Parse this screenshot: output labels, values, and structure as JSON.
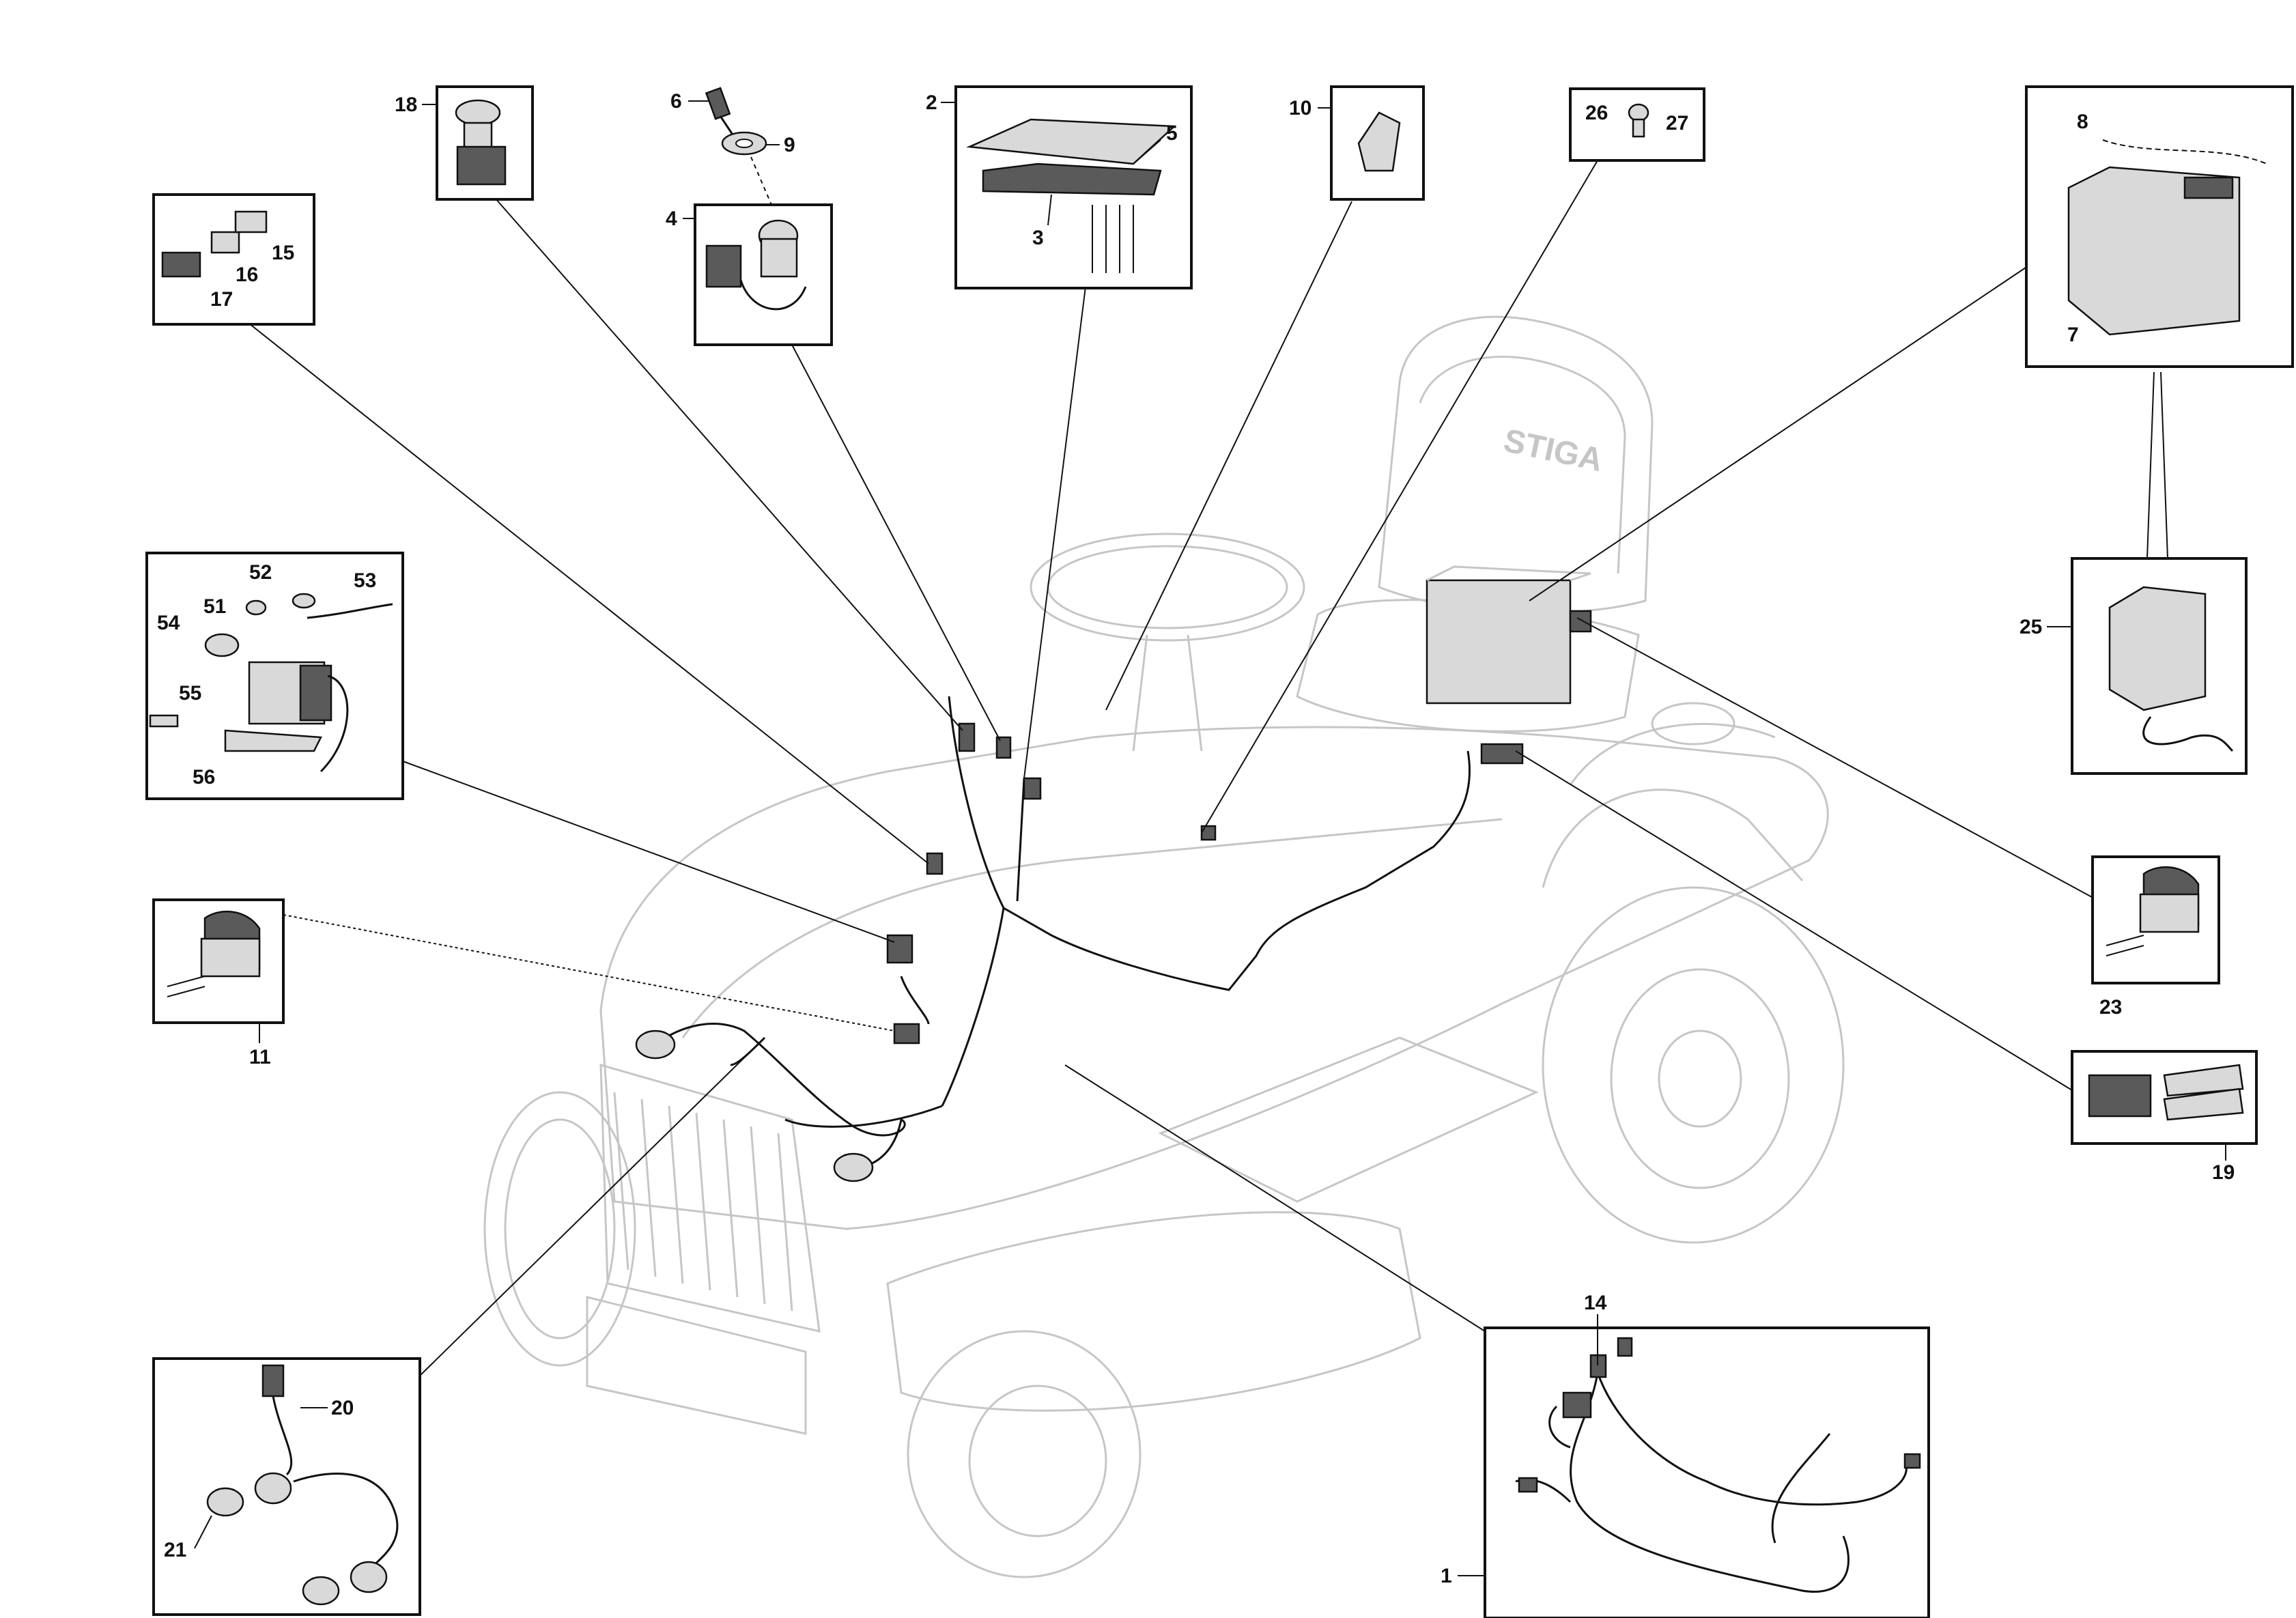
{
  "diagram": {
    "tractor_logo": "STIGA",
    "callouts": [
      {
        "id": "c18",
        "label": "18"
      },
      {
        "id": "c6",
        "label": "6"
      },
      {
        "id": "c9",
        "label": "9"
      },
      {
        "id": "c4",
        "label": "4"
      },
      {
        "id": "c2",
        "label": "2"
      },
      {
        "id": "c5",
        "label": "5"
      },
      {
        "id": "c3",
        "label": "3"
      },
      {
        "id": "c10",
        "label": "10"
      },
      {
        "id": "c26",
        "label": "26"
      },
      {
        "id": "c27",
        "label": "27"
      },
      {
        "id": "c8",
        "label": "8"
      },
      {
        "id": "c7",
        "label": "7"
      },
      {
        "id": "c15",
        "label": "15"
      },
      {
        "id": "c16",
        "label": "16"
      },
      {
        "id": "c17",
        "label": "17"
      },
      {
        "id": "c52",
        "label": "52"
      },
      {
        "id": "c53",
        "label": "53"
      },
      {
        "id": "c54",
        "label": "54"
      },
      {
        "id": "c51",
        "label": "51"
      },
      {
        "id": "c55",
        "label": "55"
      },
      {
        "id": "c56",
        "label": "56"
      },
      {
        "id": "c25",
        "label": "25"
      },
      {
        "id": "c11",
        "label": "11"
      },
      {
        "id": "c23",
        "label": "23"
      },
      {
        "id": "c19",
        "label": "19"
      },
      {
        "id": "c14",
        "label": "14"
      },
      {
        "id": "c20",
        "label": "20"
      },
      {
        "id": "c21",
        "label": "21"
      },
      {
        "id": "c1",
        "label": "1"
      }
    ]
  },
  "colors": {
    "line": "#111111",
    "ghost": "#c6c6c6",
    "background": "#ffffff"
  }
}
